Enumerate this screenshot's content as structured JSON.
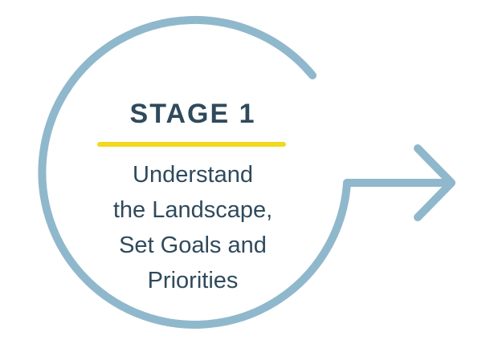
{
  "stage": {
    "title": "STAGE 1",
    "description_lines": [
      "Understand",
      "the Landscape,",
      "Set Goals and",
      "Priorities"
    ]
  },
  "colors": {
    "ring": "#90b8cc",
    "arrow": "#90b8cc",
    "accent_rule": "#f2d81e",
    "text": "#2f4a5c",
    "background": "#ffffff"
  },
  "icons": {
    "cycle": "circular-arrow",
    "arrow_head": "right-arrow"
  }
}
